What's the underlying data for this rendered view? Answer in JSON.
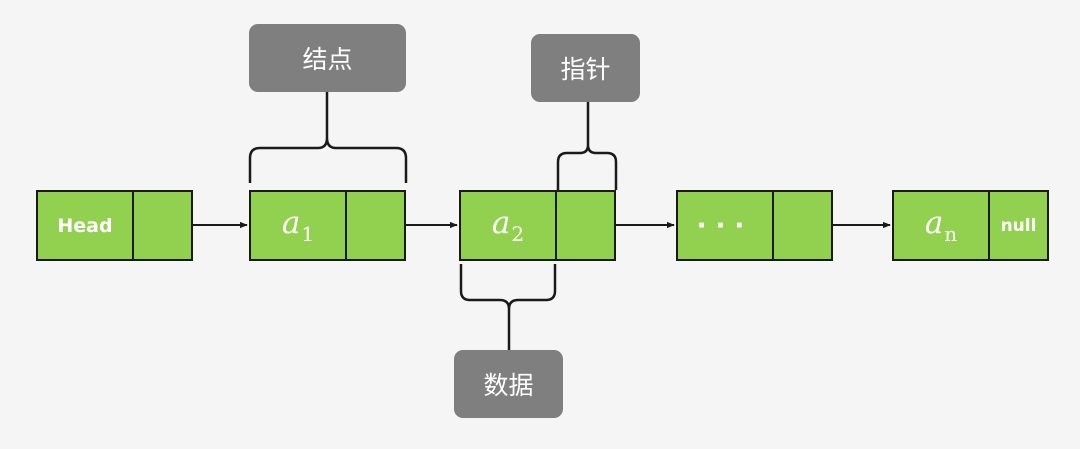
{
  "callouts": {
    "node": "结点",
    "pointer": "指针",
    "data": "数据"
  },
  "list": {
    "head": "Head",
    "a1": {
      "base": "a",
      "sub": "1"
    },
    "a2": {
      "base": "a",
      "sub": "2"
    },
    "ellipsis": "···",
    "an": {
      "base": "a",
      "sub": "n"
    },
    "null": "null"
  },
  "colors": {
    "background": "#f5f5f5",
    "node_fill": "#92d050",
    "callout_fill": "#7f7f7f",
    "stroke": "#1a1a1a"
  }
}
